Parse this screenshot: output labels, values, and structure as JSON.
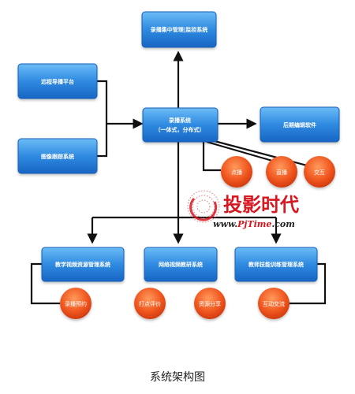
{
  "nodes": {
    "top": "录播集中管理|监控系统",
    "remote_guide": "远程导播平台",
    "image_tracking": "图像跟踪系统",
    "recording_system_line1": "录播系统",
    "recording_system_line2": "（一体式，分布式）",
    "post_editing": "后期编辑软件",
    "teaching_video": "教学视频资源管理系统",
    "network_video": "网络视频教研系统",
    "teacher_training": "教师技能训练管理系统"
  },
  "circles": {
    "vod": "点播",
    "live": "直播",
    "interact": "交互",
    "booking": "录播预约",
    "rating": "打点评价",
    "sharing": "资源分享",
    "exchange": "互动交流"
  },
  "watermark": {
    "name": "投影时代",
    "url_prefix": "www.",
    "url_brand": "PjTime",
    "url_suffix": ".com"
  },
  "caption": "系统架构图",
  "colors": {
    "box_top": "#5fb2f3",
    "box_bottom": "#1a6fcf",
    "circle_top": "#ff8a4a",
    "circle_bottom": "#d93d10",
    "line": "#111111"
  }
}
